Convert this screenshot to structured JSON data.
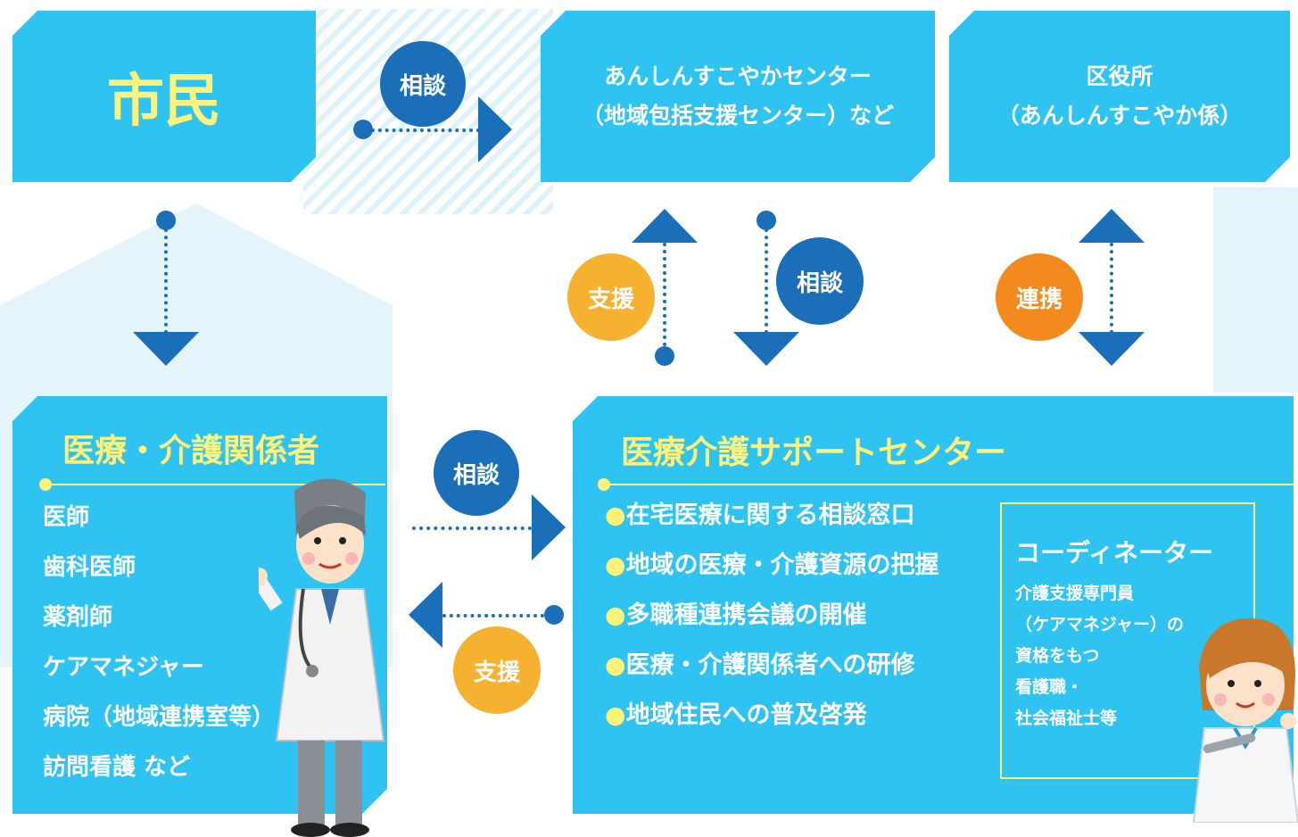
{
  "citizen": {
    "label": "市民"
  },
  "center_top": {
    "line1": "あんしんすこやかセンター",
    "line2": "（地域包括支援センター）など"
  },
  "ward_office": {
    "line1": "区役所",
    "line2": "（あんしんすこやか係）"
  },
  "badges": {
    "consult_top": "相談",
    "support_left": "支援",
    "consult_mid": "相談",
    "cooperate": "連携",
    "consult_bottom": "相談",
    "support_bottom": "支援"
  },
  "providers": {
    "title": "医療・介護関係者",
    "items": [
      "医師",
      "歯科医師",
      "薬剤師",
      "ケアマネジャー",
      "病院（地域連携室等）",
      "訪問看護 など"
    ]
  },
  "support_center": {
    "title": "医療介護サポートセンター",
    "bullet": "●",
    "items": [
      "在宅医療に関する相談窓口",
      "地域の医療・介護資源の把握",
      "多職種連携会議の開催",
      "医療・介護関係者への研修",
      "地域住民への普及啓発"
    ]
  },
  "coordinator": {
    "title": "コーディネーター",
    "lines": [
      "介護支援専門員",
      "（ケアマネジャー）の",
      "資格をもつ",
      "看護職・",
      "社会福祉士等"
    ]
  },
  "colors": {
    "box": "#2ec3f0",
    "arrow": "#1a6fb8",
    "title": "#fff27a",
    "support": "#f5b12f",
    "cooperate": "#f28a1e"
  }
}
